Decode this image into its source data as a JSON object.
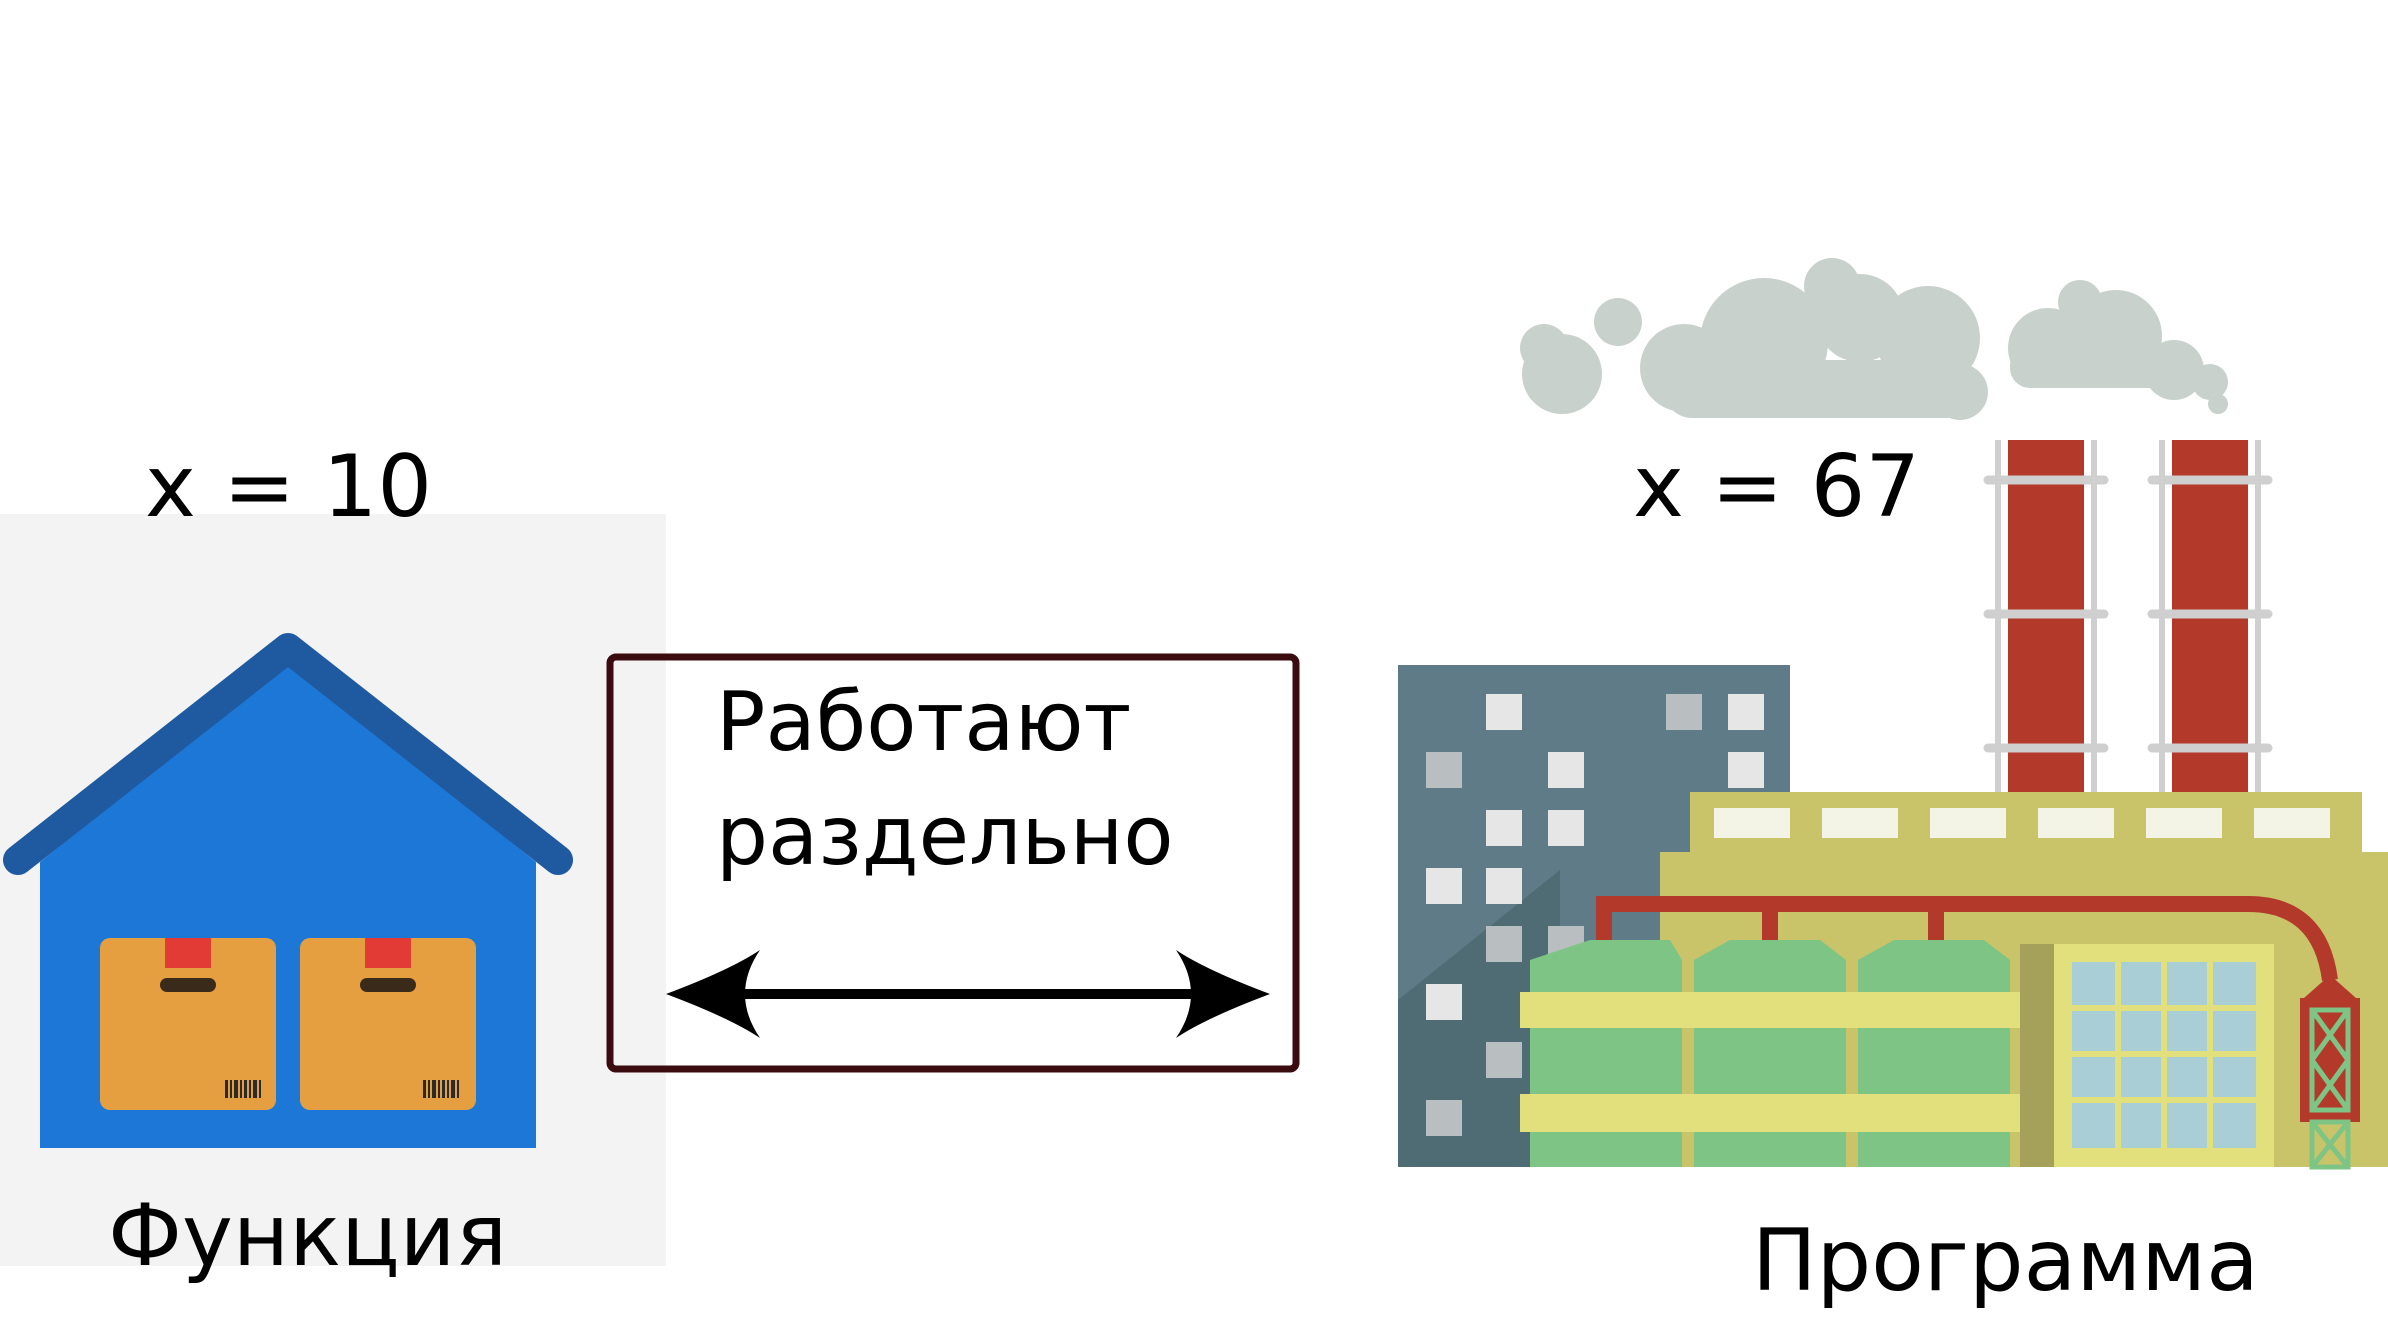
{
  "left": {
    "variable": "x = 10",
    "caption": "Функция"
  },
  "middle": {
    "line1": "Работают",
    "line2": "раздельно"
  },
  "right": {
    "variable": "x = 67",
    "caption": "Программа"
  },
  "colors": {
    "panel_bg": "#f3f3f4",
    "house_body": "#1d77d6",
    "house_roof": "#1f5aa0",
    "box": "#e59e40",
    "box_tape": "#e23b36",
    "frame": "#3a0c10",
    "arrow": "#000000",
    "smoke": "#c9d1cc",
    "chimney": "#b33a2a",
    "tower": "#5e7b87",
    "factory_yellow": "#c9c36a",
    "factory_light": "#e1e07d",
    "tanks": "#7ec485",
    "pipe": "#b33a2a",
    "windows_blue": "#a9ced6"
  },
  "icons": {
    "left": "warehouse-icon",
    "right": "factory-icon",
    "connector": "double-arrow-icon"
  }
}
